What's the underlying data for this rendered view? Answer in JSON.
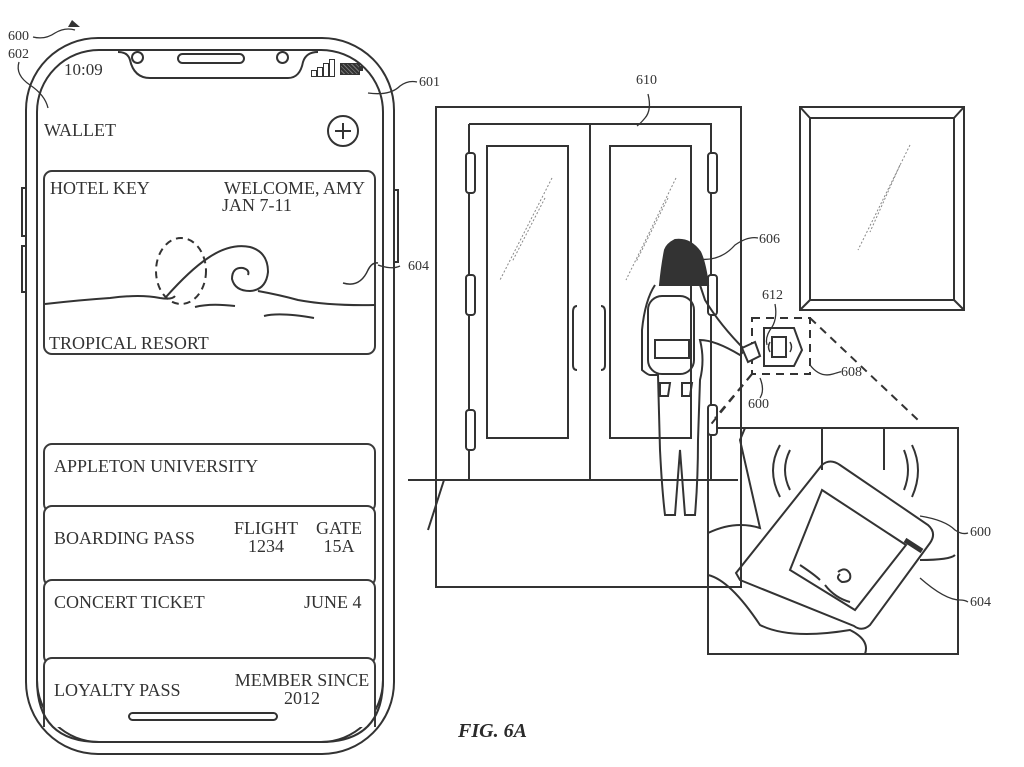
{
  "figure": {
    "caption": "FIG. 6A",
    "reference_labels": {
      "device": "600",
      "device_body": "601",
      "display": "602",
      "pass_image": "604",
      "user": "606",
      "reader_region": "608",
      "door": "610",
      "reader": "612",
      "device_inset": "600",
      "pass_image_inset": "604",
      "device_near_reader": "600"
    }
  },
  "phone": {
    "status_bar": {
      "time": "10:09",
      "signal_icon": "signal-bars-icon",
      "battery_icon": "battery-icon"
    },
    "app_title": "WALLET",
    "add_button_icon": "plus-circle-icon",
    "passes": [
      {
        "type": "hotel-key",
        "title": "HOTEL KEY",
        "top_right": "WELCOME, AMY",
        "top_right_line2": "JAN 7-11",
        "footer": "TROPICAL RESORT",
        "image": "ocean-wave"
      },
      {
        "type": "id-card",
        "title": "APPLETON UNIVERSITY"
      },
      {
        "type": "boarding-pass",
        "title": "BOARDING PASS",
        "fields": [
          {
            "label": "FLIGHT",
            "value": "1234"
          },
          {
            "label": "GATE",
            "value": "15A"
          }
        ]
      },
      {
        "type": "concert-ticket",
        "title": "CONCERT TICKET",
        "detail": "JUNE 4"
      },
      {
        "type": "loyalty-pass",
        "title": "LOYALTY PASS",
        "detail_line1": "MEMBER SINCE",
        "detail_line2": "2012"
      }
    ]
  },
  "scene": {
    "elements": [
      "double door",
      "wall window",
      "person with backpack",
      "NFC reader",
      "zoomed inset of phone at reader"
    ]
  }
}
